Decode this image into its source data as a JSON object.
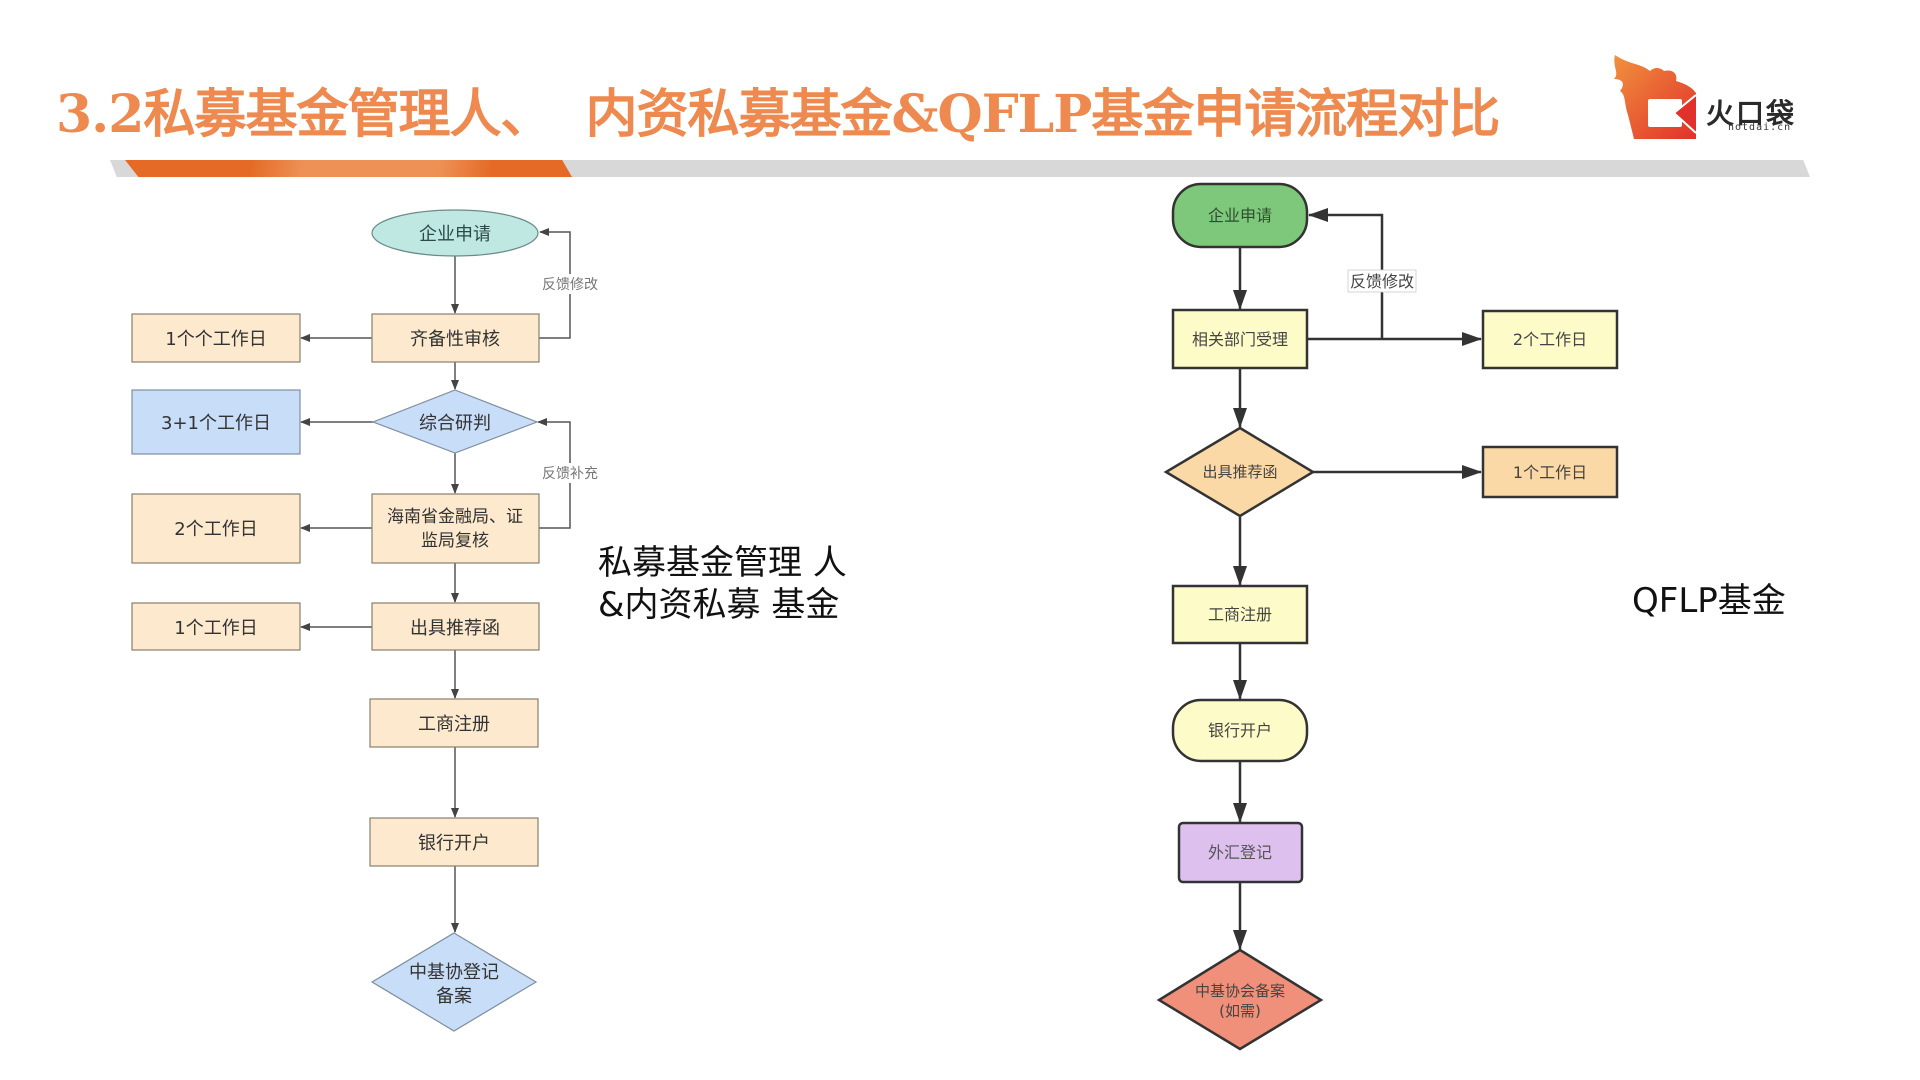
{
  "header": {
    "title_part1": "3.2私募基金管理人、",
    "title_part2": "内资私募基金&QFLP基金申请流程对比",
    "title_color": "#EE8A4F",
    "accent_color": "#E46A25"
  },
  "logo": {
    "icon": "flame-envelope-logo-icon",
    "brand_name": "火口袋",
    "domain": "hotdai.cn"
  },
  "left_flow": {
    "caption_line1": "私募基金管理 人",
    "caption_line2": "&内资私募 基金",
    "nodes": {
      "start": "企业申请",
      "review": "齐备性审核",
      "study": "综合研判",
      "recheck_line1": "海南省金融局、证",
      "recheck_line2": "监局复核",
      "letter": "出具推荐函",
      "register": "工商注册",
      "bank": "银行开户",
      "amac_line1": "中基协登记",
      "amac_line2": "备案"
    },
    "durations": {
      "review": "1个个工作日",
      "study": "3+1个工作日",
      "recheck": "2个工作日",
      "letter": "1个工作日"
    },
    "feedback": {
      "modify": "反馈修改",
      "supplement": "反馈补充"
    },
    "colors": {
      "start": "#BFE8E2",
      "box": "#FCE9CE",
      "diamond": "#C8DDF7",
      "duration_highlight": "#C8DDF7"
    }
  },
  "right_flow": {
    "caption": "QFLP基金",
    "nodes": {
      "start": "企业申请",
      "accept": "相关部门受理",
      "letter": "出具推荐函",
      "register": "工商注册",
      "bank": "银行开户",
      "forex": "外汇登记",
      "amac_line1": "中基协会备案",
      "amac_line2": "(如需)"
    },
    "durations": {
      "accept": "2个工作日",
      "letter": "1个工作日"
    },
    "feedback": {
      "modify": "反馈修改"
    },
    "colors": {
      "start": "#7DC87A",
      "box": "#FDFBC7",
      "letter": "#FBD9A6",
      "forex": "#DDC0EE",
      "amac": "#F0907A"
    }
  }
}
